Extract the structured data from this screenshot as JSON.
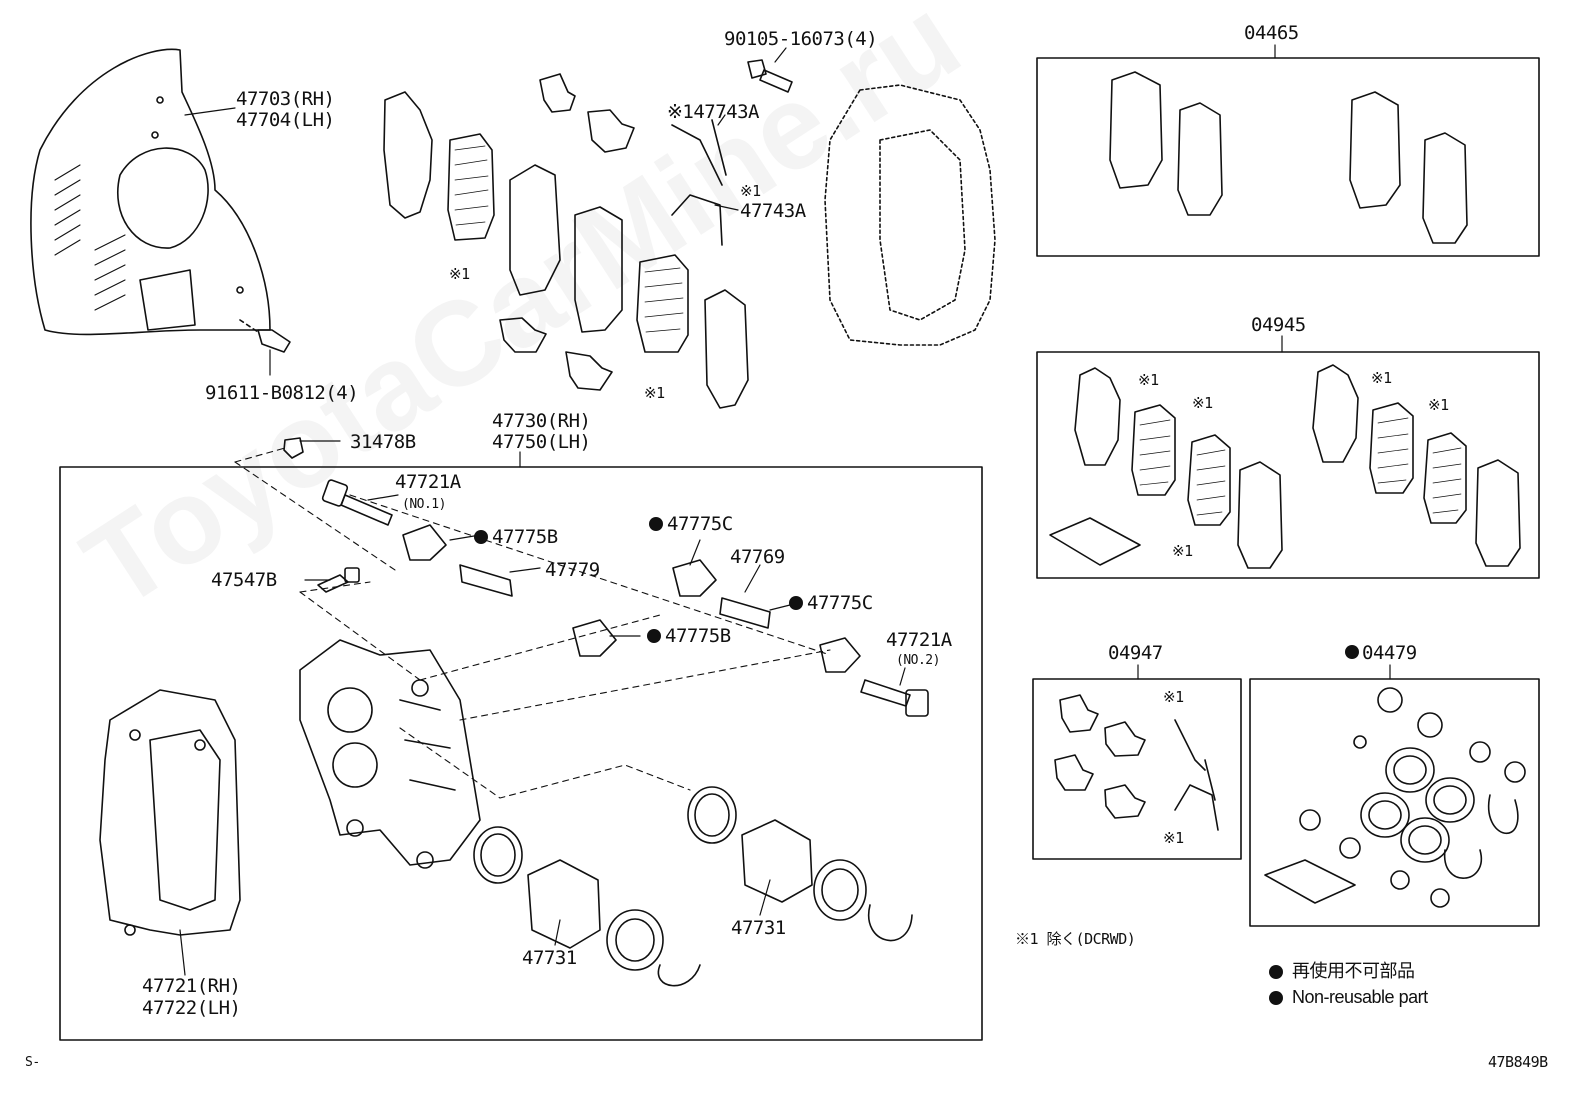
{
  "watermark": "ToyotaCarMine.ru",
  "colors": {
    "line": "#111111",
    "watermark": "#e8e8e8"
  },
  "labels": {
    "dust_cover": [
      "47703(RH)",
      "47704(LH)"
    ],
    "bolt_91611": "91611-B0812(4)",
    "bolt_90105": "90105-16073(4)",
    "spring_upper": "※147743A",
    "spring_lower_mark": "※1",
    "spring_lower": "47743A",
    "pad_mark_1": "※1",
    "pad_mark_2": "※1",
    "cap_31478B": "31478B",
    "cylinder_assy": [
      "47730(RH)",
      "47750(LH)"
    ],
    "bolt_no1": "47721A",
    "bolt_no1_sub": "(NO.1)",
    "boot_47775B_upper": "47775B",
    "pin_47779": "47779",
    "bleeder_47547B": "47547B",
    "boot_47775C_upper": "47775C",
    "pin_47769": "47769",
    "boot_47775C_lower": "47775C",
    "boot_47775B_lower": "47775B",
    "bolt_no2": "47721A",
    "bolt_no2_sub": "(NO.2)",
    "mounting": [
      "47721(RH)",
      "47722(LH)"
    ],
    "piston_left": "47731",
    "piston_right": "47731",
    "kit_04465": "04465",
    "kit_04945": "04945",
    "kit_04947": "04947",
    "kit_04479": "04479",
    "kit_04945_marks": [
      "※1",
      "※1",
      "※1",
      "※1",
      "※1"
    ],
    "kit_04947_marks": [
      "※1",
      "※1"
    ],
    "footnote": "※1 除く(DCRWD)",
    "legend_jp": "再使用不可部品",
    "legend_en": "Non-reusable part",
    "corner_left": "S-",
    "corner_right": "47B849B"
  }
}
